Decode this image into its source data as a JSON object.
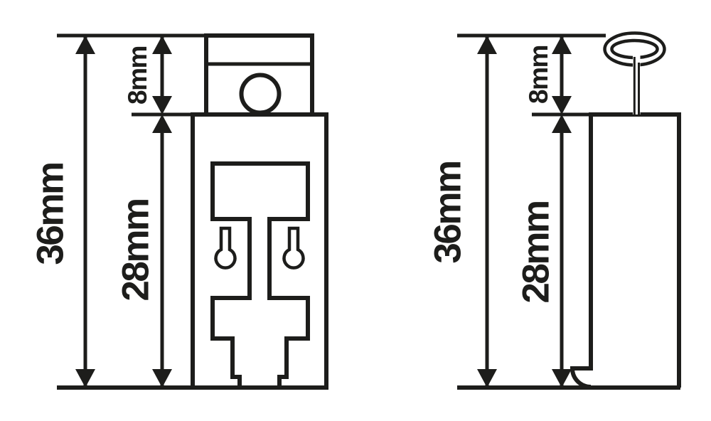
{
  "diagram": {
    "background_color": "#ffffff",
    "line_color": "#1d1d1b",
    "views": {
      "front": {
        "label_total_height": "36mm",
        "label_body_height": "28mm",
        "label_head_height": "8mm"
      },
      "side": {
        "label_total_height": "36mm",
        "label_body_height": "28mm",
        "label_head_height": "8mm"
      }
    }
  }
}
